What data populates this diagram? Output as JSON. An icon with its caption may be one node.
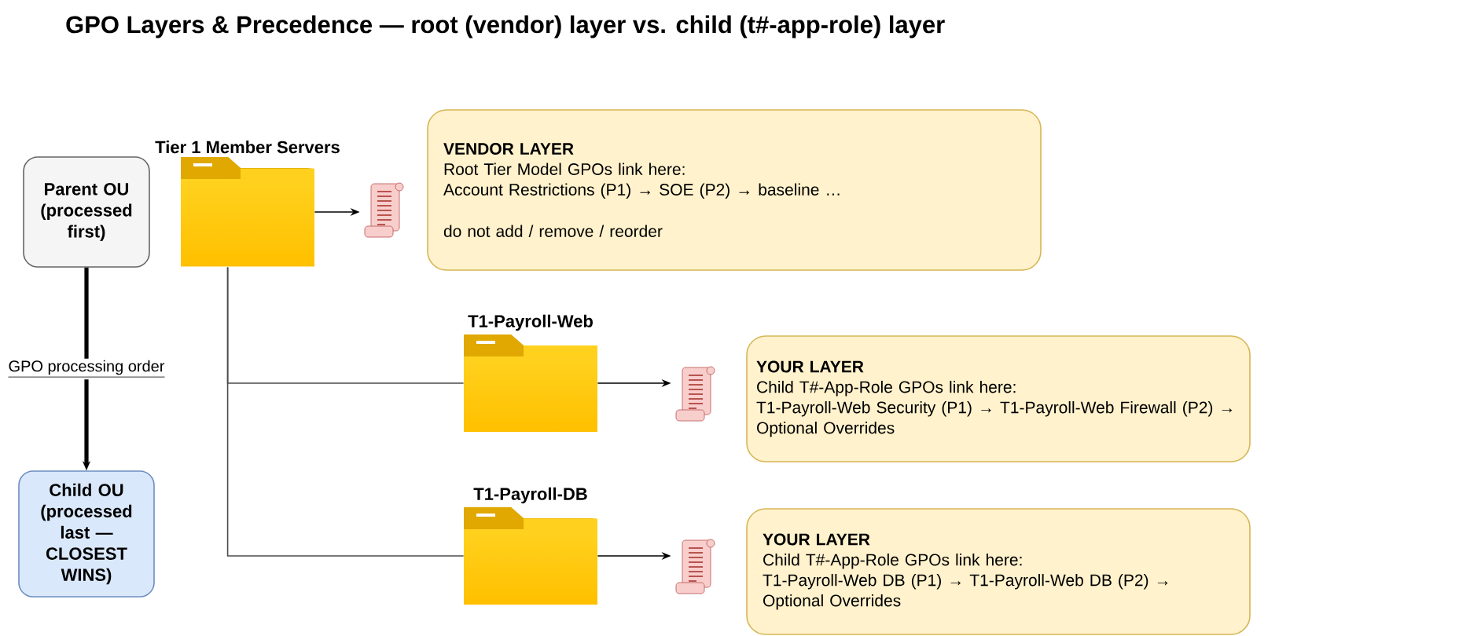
{
  "diagram": {
    "title": "GPO Layers & Precedence — root (vendor) layer vs. child (t#-app-role) layer",
    "nodes": [
      {
        "text": [
          "Parent OU (processed first)"
        ]
      },
      {
        "text": [
          "Child OU (processed last — CLOSEST WINS)"
        ]
      },
      {
        "text": [
          "Tier 1 Member Servers"
        ]
      },
      {
        "text": [],
        "shape": "document"
      },
      {
        "text": [
          "VENDOR LAYER",
          "Root Tier Model GPOs link here:",
          "Account Restrictions (P1) → SOE (P2) → baseline …",
          "do not add / remove / reorder"
        ]
      },
      {
        "text": [
          "T1-Payroll-Web"
        ]
      },
      {
        "text": [],
        "shape": "document"
      },
      {
        "text": [
          "YOUR LAYER",
          "Child T#-App-Role GPOs link here:",
          "T1-Payroll-Web Security (P1) → T1-Payroll-Web Firewall (P2) → Optional Overrides"
        ]
      },
      {
        "text": [
          "T1-Payroll-DB"
        ]
      },
      {
        "text": [],
        "shape": "document"
      },
      {
        "text": [
          "YOUR LAYER",
          "Child T#-App-Role GPOs link here:",
          "T1-Payroll-Web DB (P1) → T1-Payroll-Web DB (P2) → Optional Overrides"
        ]
      }
    ],
    "edges": [
      {
        "from": 0,
        "to": 1,
        "arrow": "to",
        "label": "GPO processing order",
        "style": "thick"
      },
      {
        "from": 2,
        "to": 3,
        "arrow": "to"
      },
      {
        "from": 2,
        "to": 5,
        "arrow": "none"
      },
      {
        "from": 2,
        "to": 8,
        "arrow": "none"
      },
      {
        "from": 5,
        "to": 6,
        "arrow": "to"
      },
      {
        "from": 8,
        "to": 9,
        "arrow": "to"
      }
    ]
  }
}
